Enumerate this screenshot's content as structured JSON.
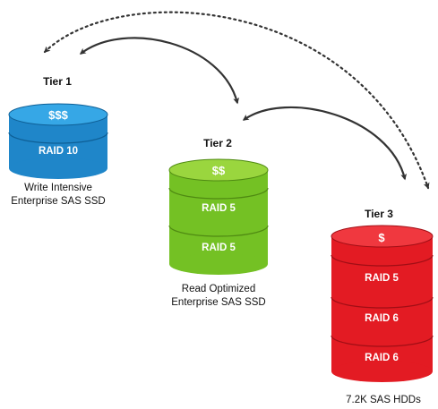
{
  "colors": {
    "tier1": {
      "body": "#1f86c9",
      "top": "#36a7e6",
      "line": "#0e5f96"
    },
    "tier2": {
      "body": "#74c124",
      "top": "#9ad63e",
      "line": "#4f8a12"
    },
    "tier3": {
      "body": "#e31b23",
      "top": "#f0383f",
      "line": "#a10e15"
    },
    "arrow": "#333333"
  },
  "tiers": [
    {
      "title": "Tier 1",
      "cost": "$$$",
      "raid": [
        "RAID 10"
      ],
      "caption": [
        "Write Intensive",
        "Enterprise SAS SSD"
      ]
    },
    {
      "title": "Tier 2",
      "cost": "$$",
      "raid": [
        "RAID 5",
        "RAID 5"
      ],
      "caption": [
        "Read Optimized",
        "Enterprise SAS SSD"
      ]
    },
    {
      "title": "Tier 3",
      "cost": "$",
      "raid": [
        "RAID 5",
        "RAID 6",
        "RAID 6"
      ],
      "caption": [
        "7.2K SAS HDDs"
      ]
    }
  ]
}
